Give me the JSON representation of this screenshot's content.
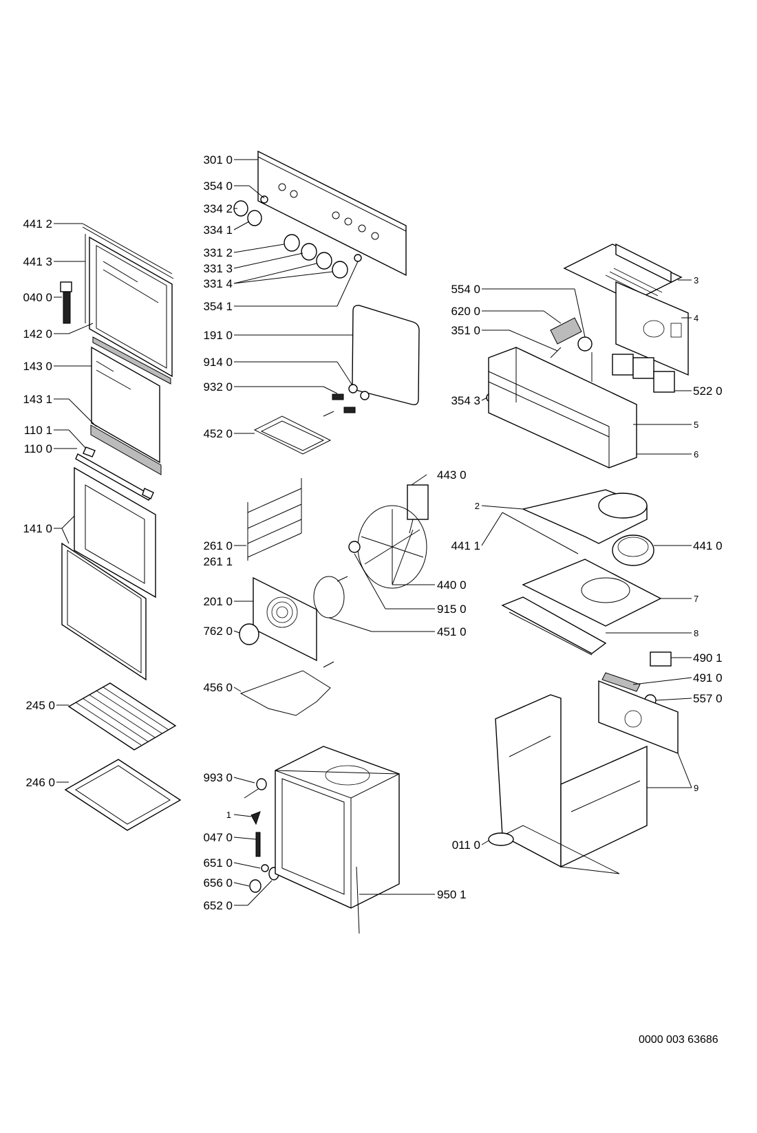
{
  "labels": {
    "l3010": "301 0",
    "l3540": "354 0",
    "l3342": "334 2",
    "l3341": "334 1",
    "l4412": "441 2",
    "l4413": "441 3",
    "l0400": "040 0",
    "l1420": "142 0",
    "l1430": "143 0",
    "l1431": "143 1",
    "l1101": "110 1",
    "l1100": "110 0",
    "l1410": "141 0",
    "l2450": "245 0",
    "l2460": "246 0",
    "l3312": "331 2",
    "l3313": "331 3",
    "l3314": "331 4",
    "l3541": "354 1",
    "l1910": "191 0",
    "l9140": "914 0",
    "l9320": "932 0",
    "l4520": "452 0",
    "l2610": "261 0",
    "l2611": "261 1",
    "l2010": "201 0",
    "l7620": "762 0",
    "l4560": "456 0",
    "l9930": "993 0",
    "l1": "1",
    "l0470": "047 0",
    "l6510": "651 0",
    "l6560": "656 0",
    "l6520": "652 0",
    "l9501": "950 1",
    "l5540": "554 0",
    "l6200": "620 0",
    "l3510": "351 0",
    "l3543": "354 3",
    "l5220": "522 0",
    "l3": "3",
    "l4": "4",
    "l5": "5",
    "l6": "6",
    "l4430": "443 0",
    "l2": "2",
    "l4411": "441 1",
    "l4410": "441 0",
    "l4400": "440 0",
    "l9150": "915 0",
    "l4510": "451 0",
    "l7": "7",
    "l8": "8",
    "l4901": "490 1",
    "l4910": "491 0",
    "l5570": "557 0",
    "l9": "9",
    "l0110": "011 0"
  },
  "document_number": "0000 003 63686"
}
